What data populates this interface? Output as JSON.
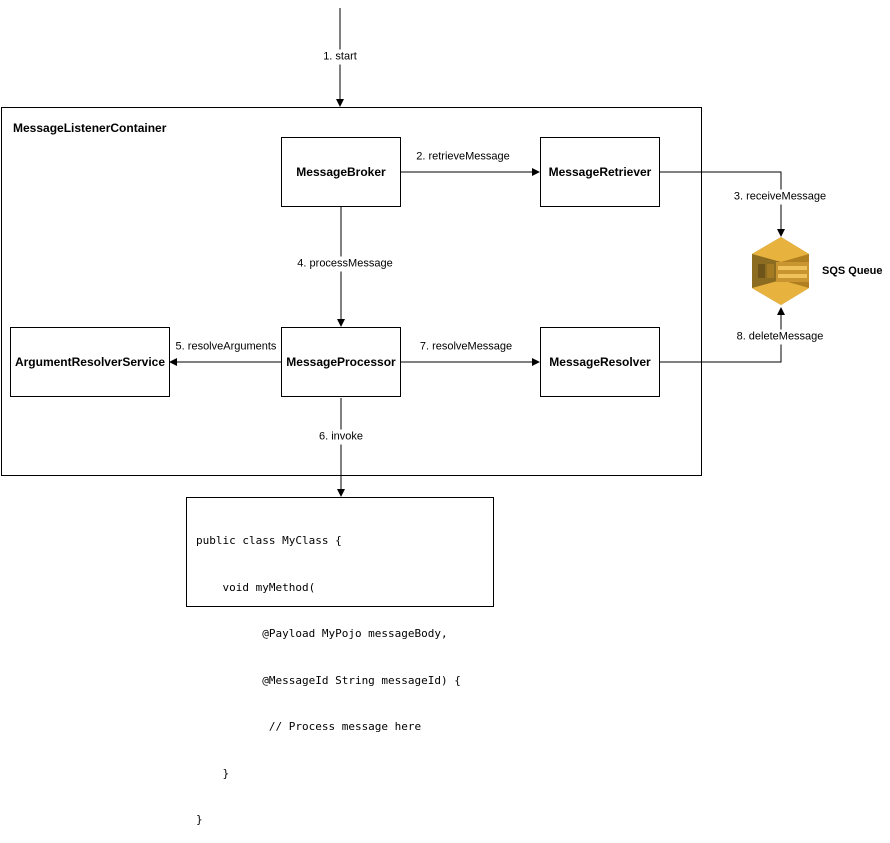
{
  "container": {
    "title": "MessageListenerContainer"
  },
  "nodes": {
    "broker": "MessageBroker",
    "retriever": "MessageRetriever",
    "processor": "MessageProcessor",
    "resolver_service": "ArgumentResolverService",
    "message_resolver": "MessageResolver"
  },
  "edges": {
    "start": "1. start",
    "retrieve": "2. retrieveMessage",
    "receive": "3. receiveMessage",
    "process": "4. processMessage",
    "resolve_args": "5. resolveArguments",
    "invoke": "6. invoke",
    "resolve_msg": "7. resolveMessage",
    "delete": "8. deleteMessage"
  },
  "queue": {
    "label": "SQS Queue",
    "icon": "sqs-queue-icon",
    "color_dark": "#8c6c20",
    "color_mid": "#b07f1f",
    "color_light": "#e8b23f"
  },
  "code": {
    "lines": [
      "public class MyClass {",
      "    void myMethod(",
      "          @Payload MyPojo messageBody,",
      "          @MessageId String messageId) {",
      "           // Process message here",
      "    }",
      "}"
    ]
  }
}
